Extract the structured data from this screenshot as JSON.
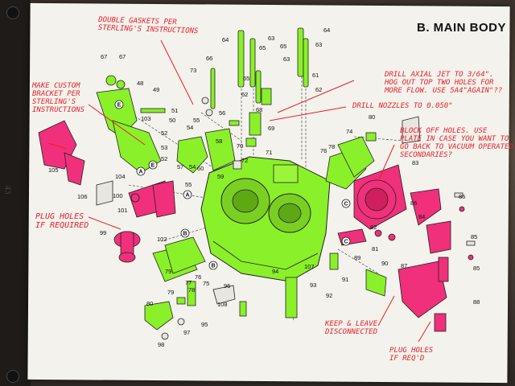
{
  "page": {
    "title": "B. MAIN BODY",
    "page_number": "43"
  },
  "annotations": {
    "gaskets": "Double gaskets per\nSterling's instructions",
    "bracket": "Make custom\nbracket per\nSterling's\ninstructions",
    "axial_jet": "Drill axial jet to 3/64\".\nHog out top two holes for\nmore flow. Use 5A4\"AGAIN\"??",
    "nozzles": "Drill nozzles to 0.050\"",
    "block_off": "Block off holes. Use\nplate in case you want to\ngo back to vacuum operated\nsecondaries?",
    "plug_holes": "Plug holes\nif required",
    "keep_leave": "Keep & leave\ndisconnected",
    "plug_reqd": "Plug holes\nif req'd"
  },
  "part_numbers": {
    "n64a": "64",
    "n63a": "63",
    "n64b": "64",
    "n63b": "63",
    "n65a": "65",
    "n66": "66",
    "n67a": "67",
    "n67b": "67",
    "n65b": "65",
    "n63c": "63",
    "n48": "48",
    "n49": "49",
    "n73": "73",
    "n65c": "65",
    "n62a": "62",
    "n61": "61",
    "n62b": "62",
    "n103": "103",
    "n51": "51",
    "n50": "50",
    "n56": "56",
    "n68": "68",
    "n69": "69",
    "n54a": "54",
    "n55a": "55",
    "n52a": "52",
    "n80a": "80",
    "n53": "53",
    "n52b": "52",
    "n58": "58",
    "n70": "70",
    "n71": "71",
    "n72": "72",
    "n104": "104",
    "n54b": "54",
    "n59": "59",
    "n76a": "76",
    "n78a": "78",
    "n74": "74",
    "n105": "105",
    "n57": "57",
    "n55b": "55",
    "n60": "60",
    "n83": "83",
    "n106": "106",
    "n100": "100",
    "n101": "101",
    "n86": "86",
    "n85a": "85",
    "n84": "84",
    "n99": "99",
    "n102": "102",
    "n82": "82",
    "n85b": "85",
    "n81": "81",
    "n89": "89",
    "n90": "90",
    "n107": "107",
    "n85c": "85",
    "n79a": "79",
    "n76b": "76",
    "n75": "75",
    "n94": "94",
    "n87": "87",
    "n93": "93",
    "n91": "91",
    "n92": "92",
    "n77": "77",
    "n78b": "78",
    "n79b": "79",
    "n96": "96",
    "n108": "108",
    "n88": "88",
    "n80b": "80",
    "n97": "97",
    "n95": "95",
    "n98": "98"
  },
  "callout_letters": {
    "e1": "E",
    "e2": "E",
    "a1": "A",
    "a2": "A",
    "b1": "B",
    "b2": "B",
    "c1": "C",
    "c2": "C"
  },
  "colors": {
    "highlight_green": "#8af02a",
    "highlight_pink": "#f0307a",
    "annotation_red": "#e8202a",
    "paper": "#f4f2ec"
  }
}
